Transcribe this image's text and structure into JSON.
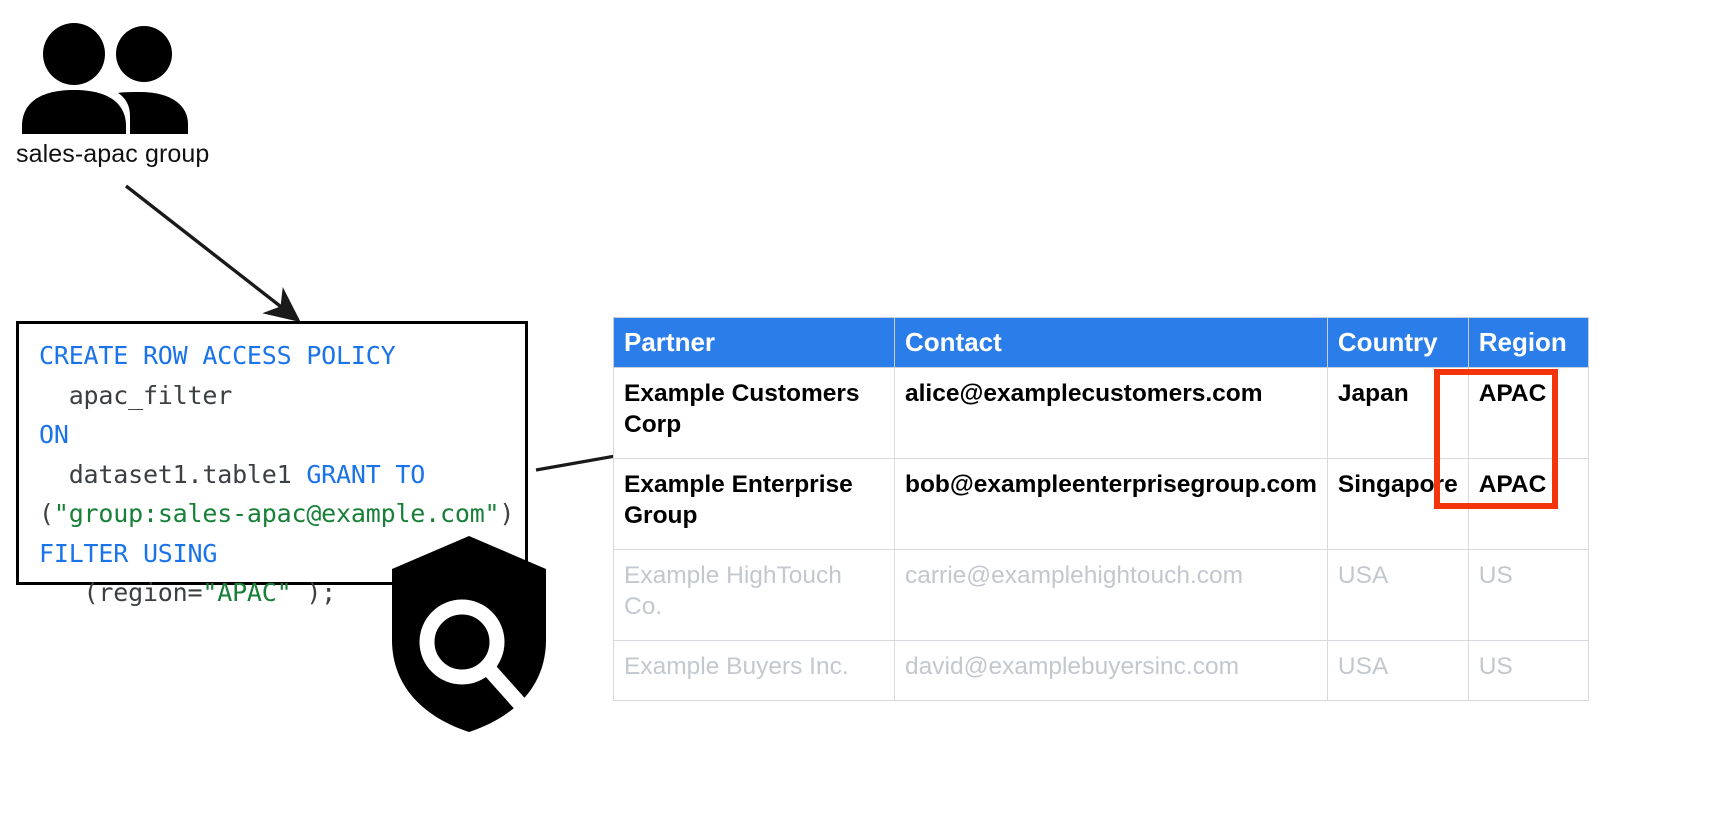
{
  "diagram": {
    "group": {
      "icon": "people-group-icon",
      "label": "sales-apac group"
    },
    "shield": {
      "icon": "shield-magnifier-icon"
    },
    "arrows": [
      {
        "name": "group-to-policy-arrow",
        "from": "sales-apac group",
        "to": "row access policy code"
      },
      {
        "name": "policy-to-table-arrow",
        "from": "row access policy code",
        "to": "partner table"
      }
    ]
  },
  "code": {
    "name": "create-row-access-policy-sql",
    "language": "sql",
    "lines": [
      [
        {
          "t": "CREATE ROW ACCESS POLICY",
          "c": "kw"
        }
      ],
      [
        {
          "t": "  apac_filter",
          "c": "pl"
        }
      ],
      [
        {
          "t": "ON",
          "c": "kw"
        }
      ],
      [
        {
          "t": "  dataset1.table1 ",
          "c": "pl"
        },
        {
          "t": "GRANT TO",
          "c": "kw"
        }
      ],
      [
        {
          "t": "(",
          "c": "pl"
        },
        {
          "t": "\"group:sales-apac@example.com\"",
          "c": "str"
        },
        {
          "t": ")",
          "c": "pl"
        }
      ],
      [
        {
          "t": "FILTER USING",
          "c": "kw"
        }
      ],
      [
        {
          "t": "   (region=",
          "c": "pl"
        },
        {
          "t": "\"APAC\"",
          "c": "str"
        },
        {
          "t": " );",
          "c": "pl"
        }
      ]
    ],
    "plain_text": "CREATE ROW ACCESS POLICY\n  apac_filter\nON\n  dataset1.table1 GRANT TO\n(\"group:sales-apac@example.com\")\nFILTER USING\n   (region=\"APAC\" );"
  },
  "table": {
    "name": "partner-table",
    "columns": [
      "Partner",
      "Contact",
      "Country",
      "Region"
    ],
    "rows": [
      {
        "state": "active",
        "partner": "Example Customers Corp",
        "contact": "alice@examplecustomers.com",
        "country": "Japan",
        "region": "APAC"
      },
      {
        "state": "active",
        "partner": "Example Enterprise Group",
        "contact": "bob@exampleenterprisegroup.com",
        "country": "Singapore",
        "region": "APAC"
      },
      {
        "state": "muted",
        "partner": "Example HighTouch Co.",
        "contact": "carrie@examplehightouch.com",
        "country": "USA",
        "region": "US"
      },
      {
        "state": "muted",
        "partner": "Example Buyers Inc.",
        "contact": "david@examplebuyersinc.com",
        "country": "USA",
        "region": "US"
      }
    ],
    "highlight": {
      "name": "region-apac-highlight",
      "covers": [
        "row 1 Region",
        "row 2 Region"
      ]
    }
  },
  "colors": {
    "header_blue": "#2b7de9",
    "highlight_red": "#f4350c",
    "keyword_blue": "#1a73e8",
    "string_green": "#188038",
    "code_text": "#3c4043",
    "muted_text": "#c3c8ce",
    "border_black": "#000000"
  }
}
